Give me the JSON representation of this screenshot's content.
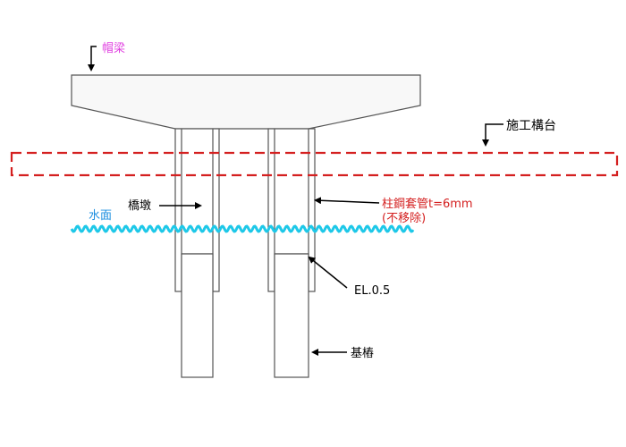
{
  "labels": {
    "cap_beam": "帽梁",
    "platform": "施工構台",
    "pier": "橋墩",
    "water": "水面",
    "steel_casing": "柱鋼套管t=6mm",
    "not_removed": "(不移除)",
    "elevation": "EL.0.5",
    "pile": "基樁"
  },
  "colors": {
    "cap_beam_label": "#e040e0",
    "water": "#1ec8e8",
    "platform_outline": "#d42020",
    "annotation": "#d42020",
    "structure": "#555555",
    "structure_fill": "#f8f8f8"
  }
}
